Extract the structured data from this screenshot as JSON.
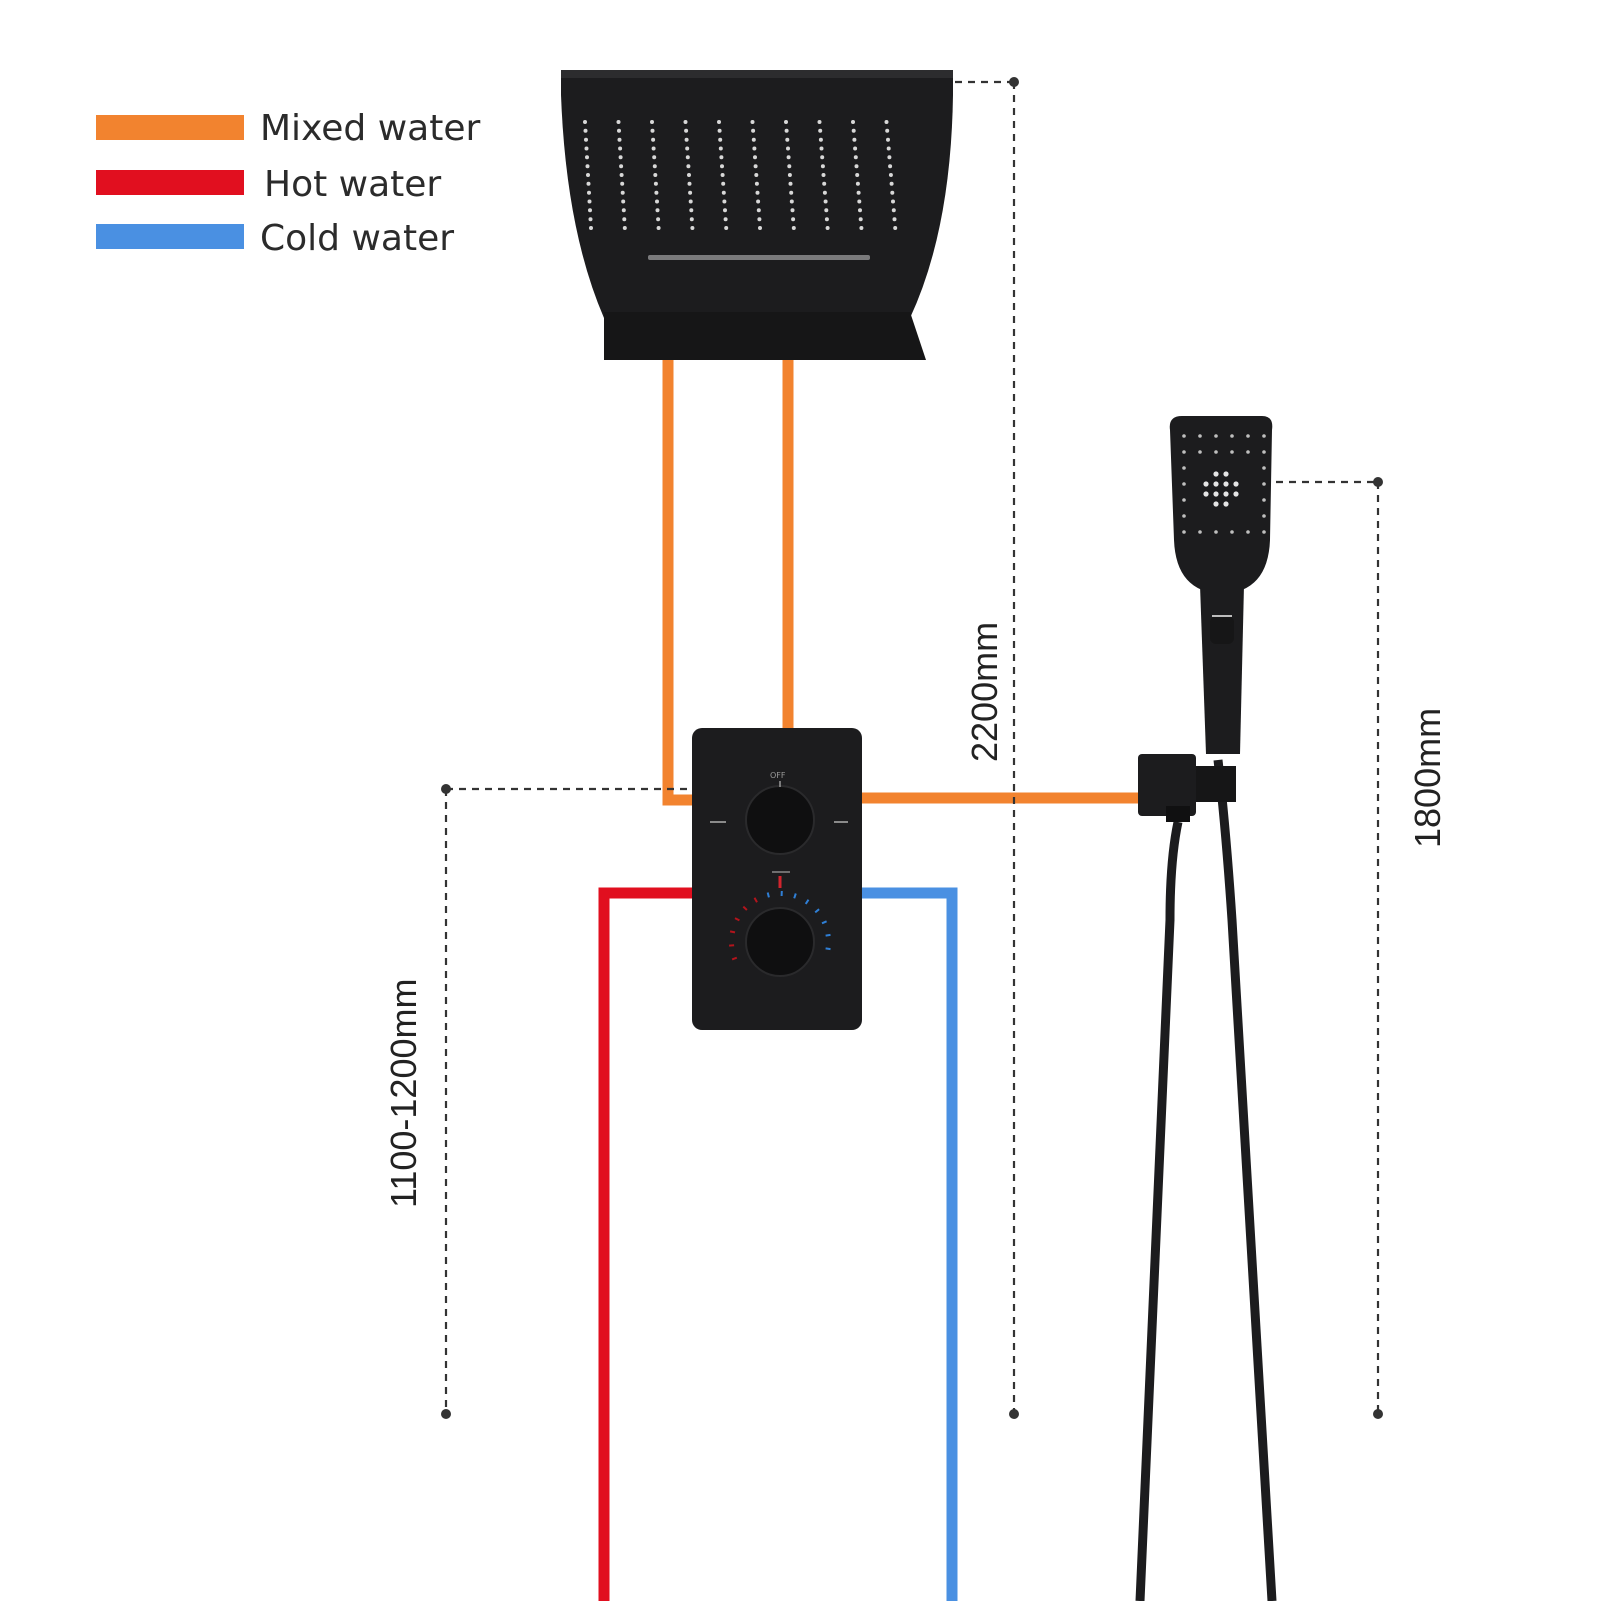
{
  "legend": [
    {
      "label": "Mixed water",
      "color": "#f2832f"
    },
    {
      "label": "Hot water",
      "color": "#e10f1f"
    },
    {
      "label": "Cold water",
      "color": "#4a90e2"
    }
  ],
  "dimensions": {
    "overhead_height": "2200mm",
    "handshower_height": "1800mm",
    "valve_height": "1100-1200mm"
  },
  "valve": {
    "diverter_mark": "OFF"
  },
  "components": {
    "overhead_shower": "overhead-rain-shower-icon",
    "handshower": "handheld-shower-icon",
    "valve": "thermostatic-valve-icon",
    "outlet": "wall-outlet-elbow-icon"
  },
  "colors": {
    "fixture": "#1c1c1e",
    "dimension_line": "#333333"
  }
}
